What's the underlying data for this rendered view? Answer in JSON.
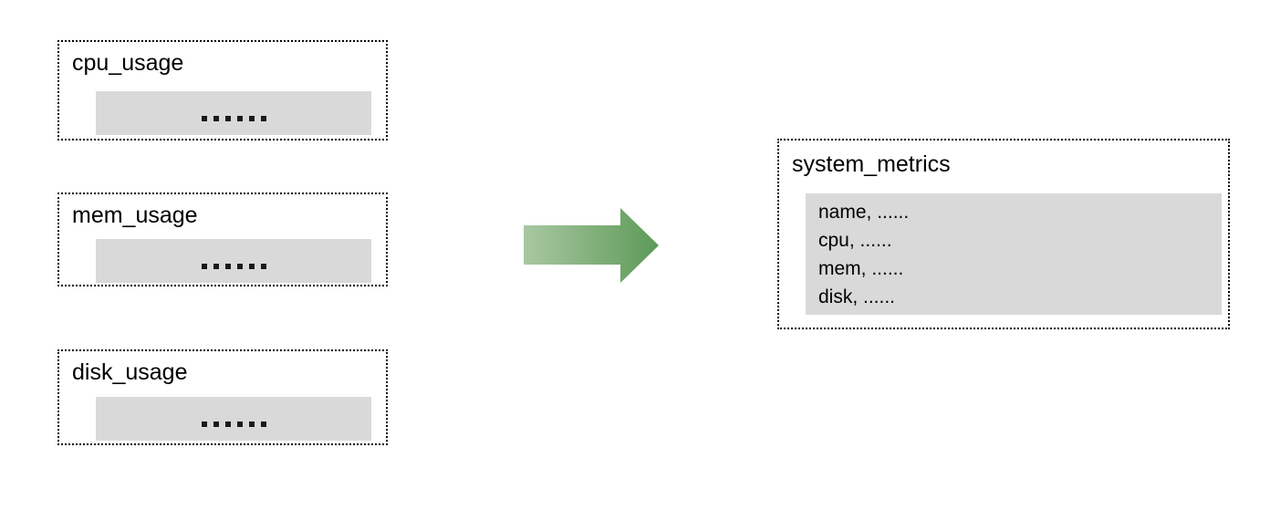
{
  "diagram": {
    "background_color": "#ffffff",
    "payload_fill_color": "#d9d9d9",
    "border_color": "#000000",
    "arrow": {
      "name": "flow-arrow",
      "direction": "right",
      "gradient_start_color": "#a9c8a2",
      "gradient_end_color": "#5c9a57"
    },
    "sources": [
      {
        "id": "cpu",
        "title": "cpu_usage",
        "payload": "......"
      },
      {
        "id": "mem",
        "title": "mem_usage",
        "payload": "......"
      },
      {
        "id": "disk",
        "title": "disk_usage",
        "payload": "......"
      }
    ],
    "target": {
      "id": "system_metrics",
      "title": "system_metrics",
      "fields": [
        "name, ......",
        "cpu, ......",
        "mem, ......",
        "disk, ......"
      ]
    }
  }
}
